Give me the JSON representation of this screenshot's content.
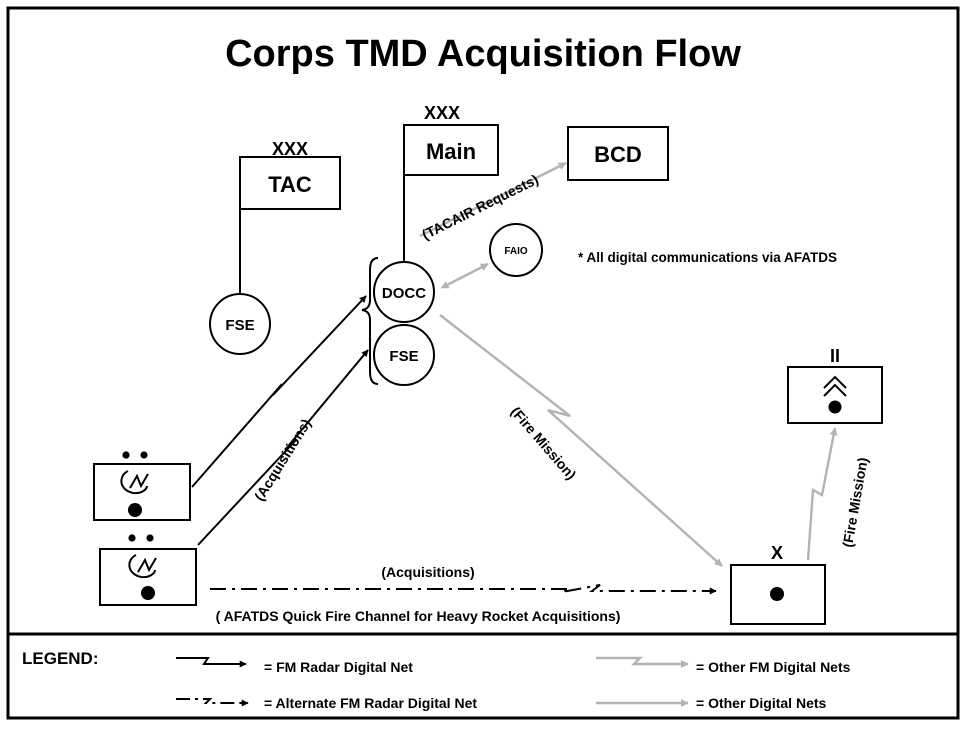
{
  "title": "Corps TMD Acquisition Flow",
  "nodes": {
    "tac": {
      "echelon": "XXX",
      "label": "TAC"
    },
    "main": {
      "echelon": "XXX",
      "label": "Main"
    },
    "bcd": {
      "label": "BCD"
    },
    "fse_tac": {
      "label": "FSE"
    },
    "docc": {
      "label": "DOCC"
    },
    "fse_main": {
      "label": "FSE"
    },
    "faio": {
      "label": "FAIO"
    },
    "brigade": {
      "echelon": "X"
    },
    "battalion": {
      "echelon": "II"
    }
  },
  "note": "* All digital communications via AFATDS",
  "flow_labels": {
    "tacair": "(TACAIR Requests)",
    "acquisitions_diag": "(Acquisitions)",
    "fire_mission_diag": "(Fire Mission)",
    "fire_mission_vert": "(Fire Mission)",
    "acquisitions_bottom": "(Acquisitions)",
    "quick_fire": "( AFATDS Quick Fire Channel for Heavy Rocket Acquisitions)"
  },
  "legend": {
    "heading": "LEGEND:",
    "fm_radar": "= FM Radar Digital Net",
    "alt_fm_radar": "= Alternate FM Radar Digital Net",
    "other_fm": "= Other FM Digital Nets",
    "other_digital": "= Other Digital Nets"
  },
  "colors": {
    "primary": "#000000",
    "secondary": "#b3b3b3",
    "background": "#ffffff"
  },
  "icons": [
    "radar-symbol-icon",
    "rocket-symbol-icon",
    "lightning-zigzag-icon",
    "arrow-head-icon"
  ]
}
